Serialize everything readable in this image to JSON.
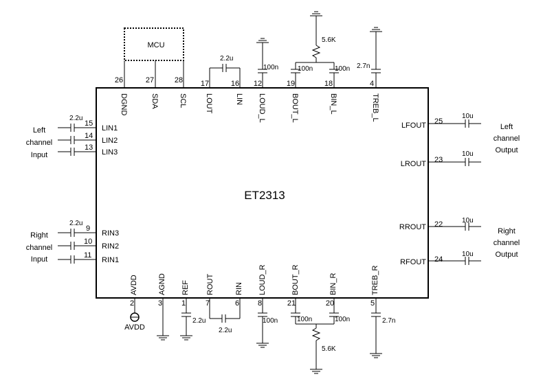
{
  "chip": {
    "name": "ET2313"
  },
  "mcu": {
    "label": "MCU"
  },
  "top_pins": [
    {
      "num": "26",
      "name": "DGND"
    },
    {
      "num": "27",
      "name": "SDA"
    },
    {
      "num": "28",
      "name": "SCL"
    },
    {
      "num": "17",
      "name": "LOUT"
    },
    {
      "num": "16",
      "name": "LIN"
    },
    {
      "num": "12",
      "name": "LOUD_L"
    },
    {
      "num": "19",
      "name": "BOUT_L"
    },
    {
      "num": "18",
      "name": "BIN_L"
    },
    {
      "num": "4",
      "name": "TREB_L"
    }
  ],
  "bottom_pins": [
    {
      "num": "2",
      "name": "AVDD"
    },
    {
      "num": "3",
      "name": "AGND"
    },
    {
      "num": "1",
      "name": "REF"
    },
    {
      "num": "7",
      "name": "ROUT"
    },
    {
      "num": "6",
      "name": "RIN"
    },
    {
      "num": "8",
      "name": "LOUD_R"
    },
    {
      "num": "21",
      "name": "BOUT_R"
    },
    {
      "num": "20",
      "name": "BIN_R"
    },
    {
      "num": "5",
      "name": "TREB_R"
    }
  ],
  "left_pins": [
    {
      "num": "15",
      "name": "LIN1"
    },
    {
      "num": "14",
      "name": "LIN2"
    },
    {
      "num": "13",
      "name": "LIN3"
    },
    {
      "num": "9",
      "name": "RIN3"
    },
    {
      "num": "10",
      "name": "RIN2"
    },
    {
      "num": "11",
      "name": "RIN1"
    }
  ],
  "right_pins": [
    {
      "num": "25",
      "name": "LFOUT"
    },
    {
      "num": "23",
      "name": "LROUT"
    },
    {
      "num": "22",
      "name": "RROUT"
    },
    {
      "num": "24",
      "name": "RFOUT"
    }
  ],
  "components": {
    "cap_2u2": "2.2u",
    "cap_100n": "100n",
    "cap_2n7": "2.7n",
    "cap_10u": "10u",
    "res_5k6": "5.6K"
  },
  "labels": {
    "left_input": [
      "Left",
      "channel",
      "Input"
    ],
    "right_input": [
      "Right",
      "channel",
      "Input"
    ],
    "left_output": [
      "Left",
      "channel",
      "Output"
    ],
    "right_output": [
      "Right",
      "channel",
      "Output"
    ],
    "avdd_supply": "AVDD"
  }
}
